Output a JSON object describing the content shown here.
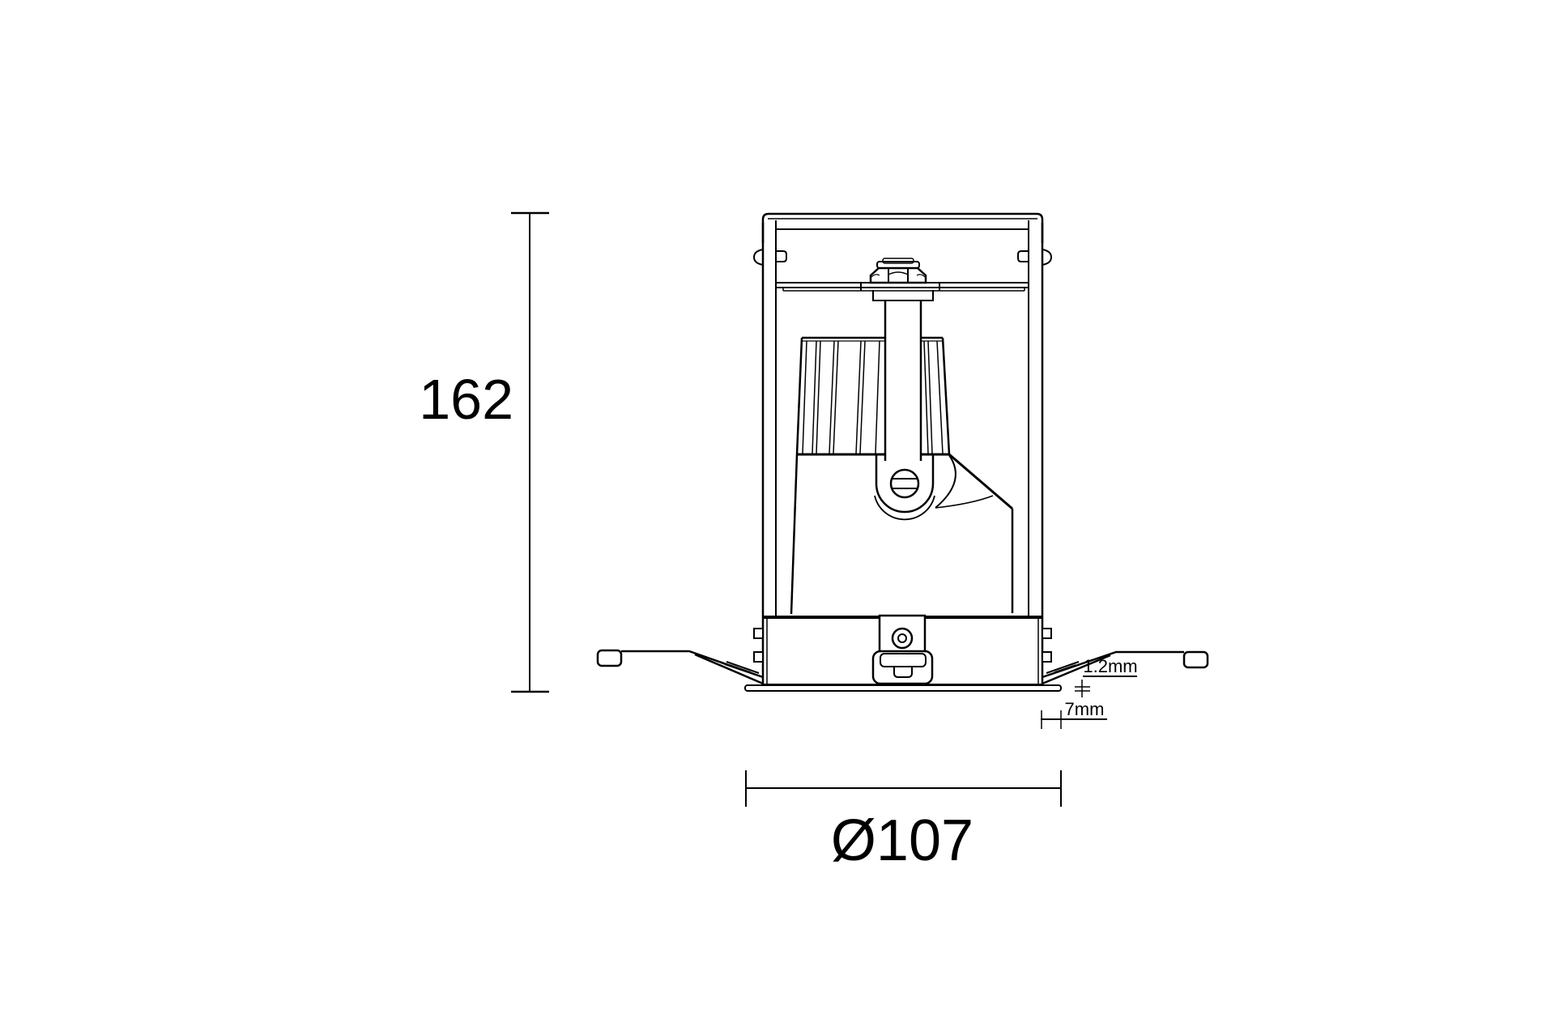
{
  "drawing": {
    "type": "technical-dimension-drawing",
    "subject": "recessed-adjustable-downlight-front-elevation",
    "background_color": "#ffffff",
    "line_color": "#000000",
    "dimensions": {
      "overall_height": {
        "label": "162"
      },
      "cutout_diameter": {
        "label": "Ø107"
      },
      "flange_thickness": {
        "label": "1.2mm"
      },
      "flange_overhang": {
        "label": "7mm"
      }
    }
  }
}
